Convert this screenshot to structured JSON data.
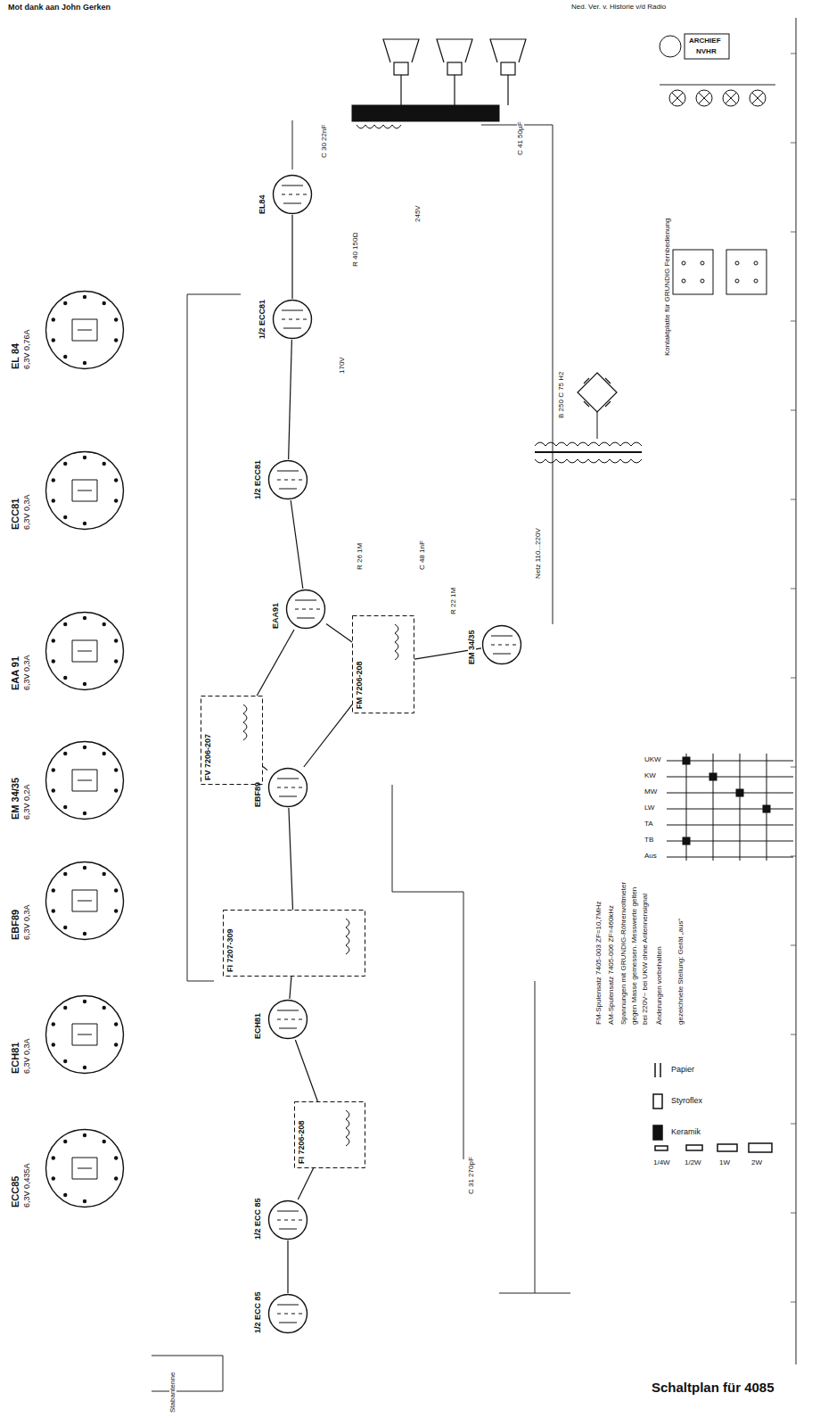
{
  "diagram": {
    "title": "Schaltplan für 4085",
    "nodes": [
      {
        "text": [
          "EL 84",
          "6,3V 0,76A"
        ]
      },
      {
        "text": [
          "ECC81",
          "6,3V 0,3A"
        ]
      },
      {
        "text": [
          "EAA 91",
          "6,3V 0,3A"
        ]
      },
      {
        "text": [
          "EM 34/35",
          "6,3V 0,2A"
        ]
      },
      {
        "text": [
          "EBF89",
          "6,3V 0,3A"
        ]
      },
      {
        "text": [
          "ECH81",
          "6,3V 0,3A"
        ]
      },
      {
        "text": [
          "ECC85",
          "6,3V 0,435A"
        ]
      },
      {
        "text": [
          "EL84"
        ]
      },
      {
        "text": [
          "1/2 ECC81"
        ]
      },
      {
        "text": [
          "1/2 ECC81"
        ]
      },
      {
        "text": [
          "EAA91"
        ]
      },
      {
        "text": [
          "EM 34/35"
        ]
      },
      {
        "text": [
          "EBF89"
        ]
      },
      {
        "text": [
          "ECH81"
        ]
      },
      {
        "text": [
          "1/2 ECC 85"
        ]
      },
      {
        "text": [
          "1/2 ECC 85"
        ]
      },
      {
        "text": [
          "FV 7206-207"
        ]
      },
      {
        "text": [
          "FM 7206-208"
        ]
      },
      {
        "text": [
          "FI 7207-309"
        ]
      },
      {
        "text": [
          "FI 7206-208"
        ]
      }
    ],
    "edges": [
      {
        "from": 15,
        "to": 14,
        "arrow": "none"
      },
      {
        "from": 14,
        "to": 19,
        "arrow": "none"
      },
      {
        "from": 19,
        "to": 13,
        "arrow": "none"
      },
      {
        "from": 13,
        "to": 18,
        "arrow": "none"
      },
      {
        "from": 18,
        "to": 12,
        "arrow": "none"
      },
      {
        "from": 12,
        "to": 16,
        "arrow": "none"
      },
      {
        "from": 16,
        "to": 10,
        "arrow": "none"
      },
      {
        "from": 12,
        "to": 17,
        "arrow": "none"
      },
      {
        "from": 17,
        "to": 10,
        "arrow": "none"
      },
      {
        "from": 17,
        "to": 11,
        "arrow": "none"
      },
      {
        "from": 10,
        "to": 9,
        "arrow": "none"
      },
      {
        "from": 9,
        "to": 8,
        "arrow": "none"
      },
      {
        "from": 8,
        "to": 7,
        "arrow": "none"
      }
    ],
    "labels": [
      "Mot dank aan John Gerken",
      "Ned. Ver. v. Historie v/d Radio",
      "ARCHIEF",
      "NVHR",
      "Schaltplan für 4085",
      "Stabantenne",
      "R 40 150Ω",
      "C 41 50µF",
      "C 30 22nF",
      "B 250 C 75 H2",
      "Netz 110...220V",
      "R 26 1M",
      "C 48 1nF",
      "R 22 1M",
      "C 31 270pF",
      "FM-Spulensatz 7405-003 ZF=10,7MHz",
      "AM-Spulensatz 7405-006 ZF=460kHz",
      "Spannungen mit GRUNDIG-Röhrenvoltmeter",
      "gegen Masse gemessen. Messwerte gelten",
      "bei 220V~ bei UKW ohne Antennensignal",
      "Änderungen vorbehalten",
      "gezeichnete Stellung: Gerät „aus“",
      "UKW",
      "KW",
      "MW",
      "LW",
      "TA",
      "TB",
      "Aus",
      "Kontaktplatte für GRUNDIG Fernbedienung",
      "1/4W",
      "1/2W",
      "1W",
      "2W",
      "245V",
      "170V"
    ],
    "legend": [
      {
        "text": "Papier"
      },
      {
        "text": "Styroflex"
      },
      {
        "text": "Keramik"
      }
    ]
  }
}
